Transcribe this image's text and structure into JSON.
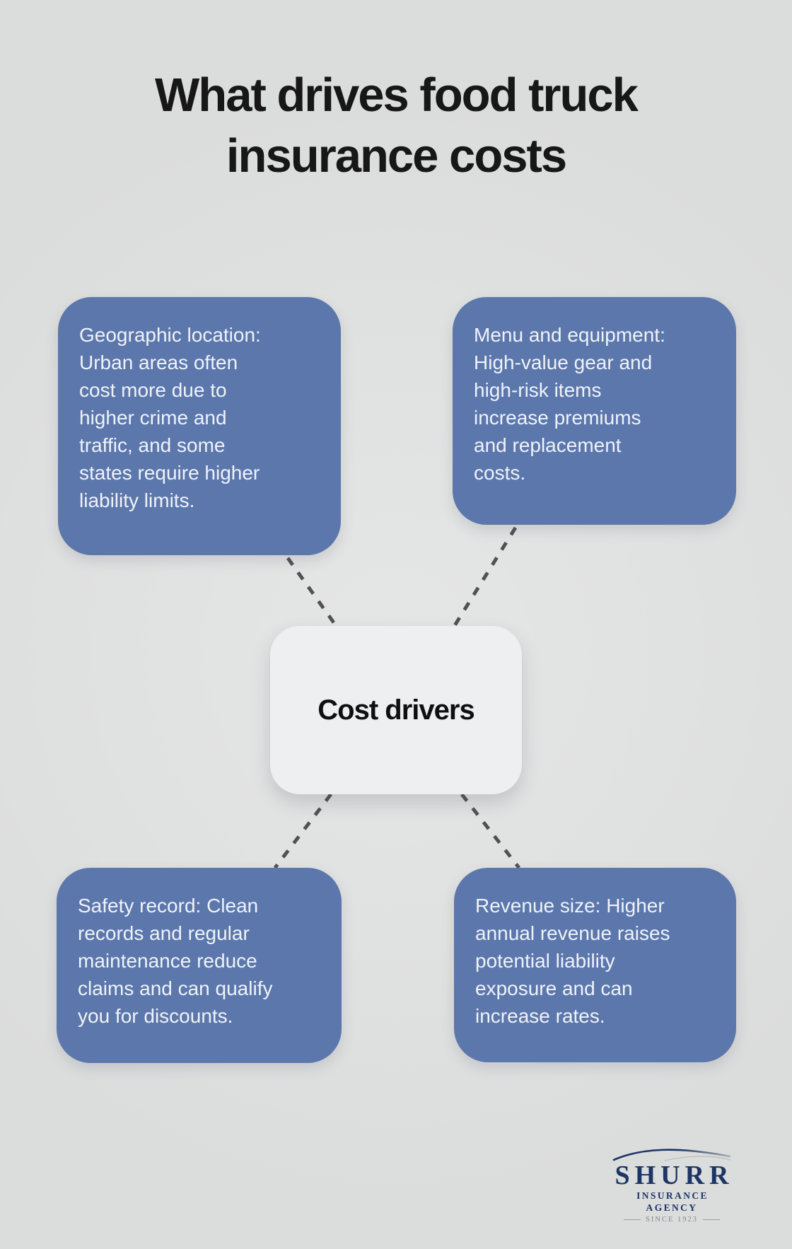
{
  "title": {
    "text": "What drives food truck\ninsurance costs"
  },
  "center": {
    "label": "Cost drivers"
  },
  "nodes": [
    {
      "id": "geographic-location",
      "text": "Geographic location:\nUrban areas often\ncost more due to\nhigher crime and\ntraffic, and some\nstates require higher\nliability limits."
    },
    {
      "id": "menu-equipment",
      "text": "Menu and equipment:\nHigh-value gear and\nhigh-risk items\nincrease premiums\nand replacement\ncosts."
    },
    {
      "id": "safety-record",
      "text": "Safety record: Clean\nrecords and regular\nmaintenance reduce\nclaims and can qualify\nyou for discounts."
    },
    {
      "id": "revenue-size",
      "text": "Revenue size: Higher\nannual revenue raises\npotential liability\nexposure and can\nincrease rates."
    }
  ],
  "logo": {
    "name": "SHURR",
    "subtitle": "INSURANCE AGENCY",
    "tagline": "SINCE 1923"
  },
  "colors": {
    "background": "#DFE0E0",
    "node_fill": "#5C77AC",
    "node_text": "#EFF3F8",
    "center_fill": "#EEEFF1",
    "center_text": "#101010",
    "title_text": "#171717",
    "connector": "#4F5254",
    "logo_navy": "#1C3564",
    "logo_gray": "#84898E"
  }
}
